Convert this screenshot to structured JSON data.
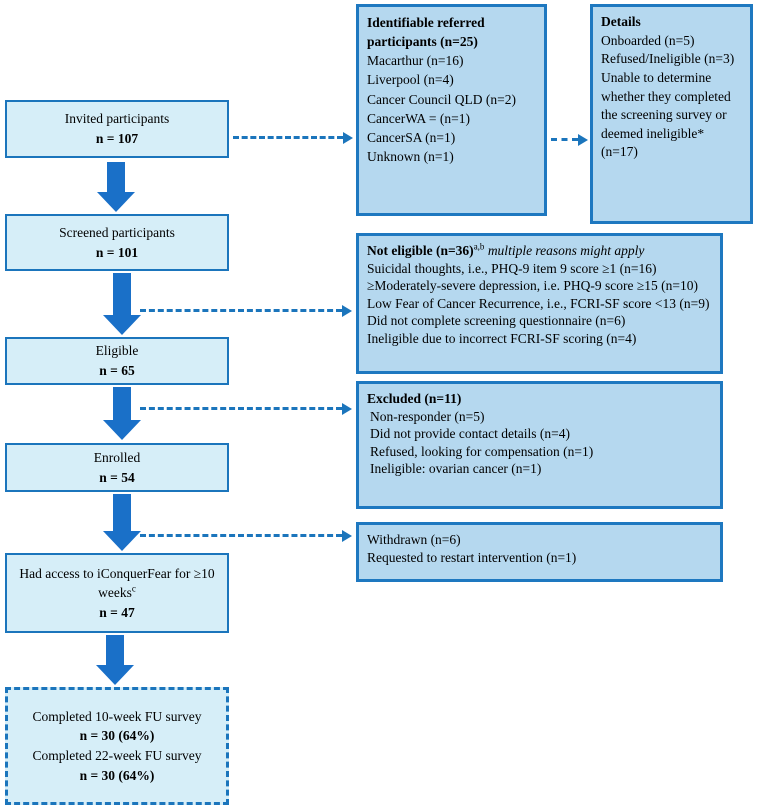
{
  "colors": {
    "left_box_fill": "#d6eef8",
    "left_box_border": "#1b75bc",
    "right_box_fill": "#b5d8ef",
    "right_box_border": "#1e78c0",
    "arrow_blue": "#1a70c8"
  },
  "flow": {
    "invited": {
      "label": "Invited participants",
      "n": "n = 107"
    },
    "screened": {
      "label": "Screened participants",
      "n": "n = 101"
    },
    "eligible": {
      "label": "Eligible",
      "n": "n = 65"
    },
    "enrolled": {
      "label": "Enrolled",
      "n": "n = 54"
    },
    "had_access": {
      "label": "Had access to iConquerFear for ≥10 weeks",
      "sup": "c",
      "n": "n = 47"
    },
    "completed": {
      "line1": "Completed 10-week FU survey",
      "n1": "n = 30 (64%)",
      "line2": "Completed 22-week FU survey",
      "n2": "n = 30 (64%)"
    }
  },
  "side": {
    "referred": {
      "title": "Identifiable referred participants (n=25)",
      "items": [
        "Macarthur (n=16)",
        "Liverpool (n=4)",
        "Cancer Council QLD (n=2)",
        "CancerWA = (n=1)",
        "CancerSA (n=1)",
        "Unknown (n=1)"
      ]
    },
    "details": {
      "title": "Details",
      "items": [
        "Onboarded (n=5)",
        "Refused/Ineligible (n=3)",
        "Unable to determine whether they completed the screening survey or deemed ineligible* (n=17)"
      ]
    },
    "not_eligible": {
      "title_bold": "Not eligible (n=36)",
      "title_sup": "a,b",
      "title_italic": " multiple reasons might apply",
      "items": [
        "Suicidal thoughts, i.e., PHQ-9 item 9 score ≥1  (n=16)",
        "≥Moderately-severe depression, i.e. PHQ-9 score ≥15 (n=10)",
        "Low Fear of Cancer Recurrence, i.e., FCRI-SF score <13 (n=9)",
        "Did not complete screening questionnaire (n=6)",
        "Ineligible due to incorrect FCRI-SF scoring (n=4)"
      ]
    },
    "excluded": {
      "title": "Excluded (n=11)",
      "items": [
        "Non-responder (n=5)",
        "Did not provide contact details (n=4)",
        "Refused, looking for compensation (n=1)",
        "Ineligible: ovarian cancer (n=1)"
      ]
    },
    "withdrawn": {
      "items": [
        "Withdrawn (n=6)",
        "Requested to restart intervention (n=1)"
      ]
    }
  }
}
